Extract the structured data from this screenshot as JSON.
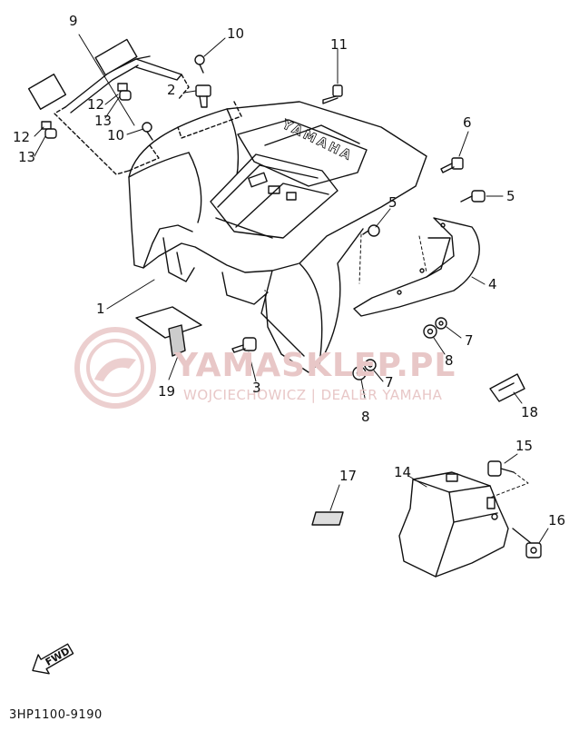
{
  "diagram": {
    "code": "3HP1100-9190",
    "fwd_label": "FWD",
    "emblem_text": "YAMAHA",
    "callouts": [
      "9",
      "10",
      "11",
      "2",
      "12",
      "13",
      "12",
      "13",
      "10",
      "6",
      "5",
      "5",
      "1",
      "4",
      "7",
      "8",
      "7",
      "8",
      "19",
      "3",
      "18",
      "17",
      "14",
      "15",
      "16"
    ]
  },
  "watermark": {
    "main": "YAMASKLEP.PL",
    "sub": "WOJCIECHOWICZ | DEALER YAMAHA",
    "color": "#e8c7c7"
  }
}
